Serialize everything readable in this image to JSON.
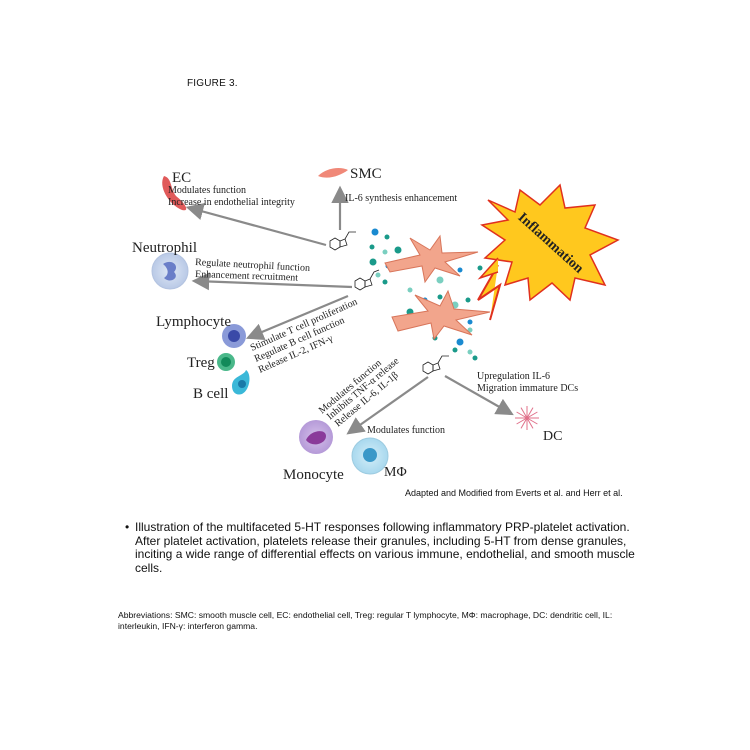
{
  "figure_label": "FIGURE 3.",
  "diagram": {
    "center_labels": {
      "inflammation": "Inflammation"
    },
    "cells": {
      "ec": {
        "label": "EC",
        "effects": [
          "Modulates function",
          "Increase in endothelial integrity"
        ]
      },
      "smc": {
        "label": "SMC",
        "effects": [
          "IL-6 synthesis enhancement"
        ]
      },
      "neutrophil": {
        "label": "Neutrophil",
        "effects": [
          "Regulate neutrophil function",
          "Enhancement recruitment"
        ]
      },
      "lymphocyte": {
        "label": "Lymphocyte",
        "effects": [
          "Stimulate T cell proliferation",
          "Regulate B cell function",
          "Release IL-2, IFN-γ"
        ]
      },
      "treg": {
        "label": "Treg"
      },
      "bcell": {
        "label": "B cell"
      },
      "monocyte": {
        "label": "Monocyte",
        "effects": [
          "Modulates function",
          "Inhibits TNF-α release",
          "Release IL-6, IL-1β"
        ]
      },
      "macrophage": {
        "label": "MΦ",
        "effects": [
          "Modulates function"
        ]
      },
      "dc": {
        "label": "DC",
        "effects": [
          "Upregulation IL-6",
          "Migration immature DCs"
        ]
      }
    },
    "credit": "Adapted and Modified from Everts et al. and Herr et al."
  },
  "bullet": "Illustration of the multifaceted 5-HT responses following inflammatory PRP-platelet activation. After platelet activation, platelets release their granules, including 5-HT from dense granules, inciting a wide range of differential effects on various immune, endothelial, and smooth muscle cells.",
  "abbreviations": "Abbreviations: SMC: smooth muscle cell, EC: endothelial cell, Treg: regular T lymphocyte, MΦ: macrophage, DC: dendritic cell, IL: interleukin, IFN-γ: interferon gamma.",
  "colors": {
    "arrow": "#8a8a8a",
    "platelet": "#f0a08a",
    "granule": "#1a9a8a",
    "burst_fill": "#ffc81e",
    "burst_stroke": "#e0301e"
  }
}
